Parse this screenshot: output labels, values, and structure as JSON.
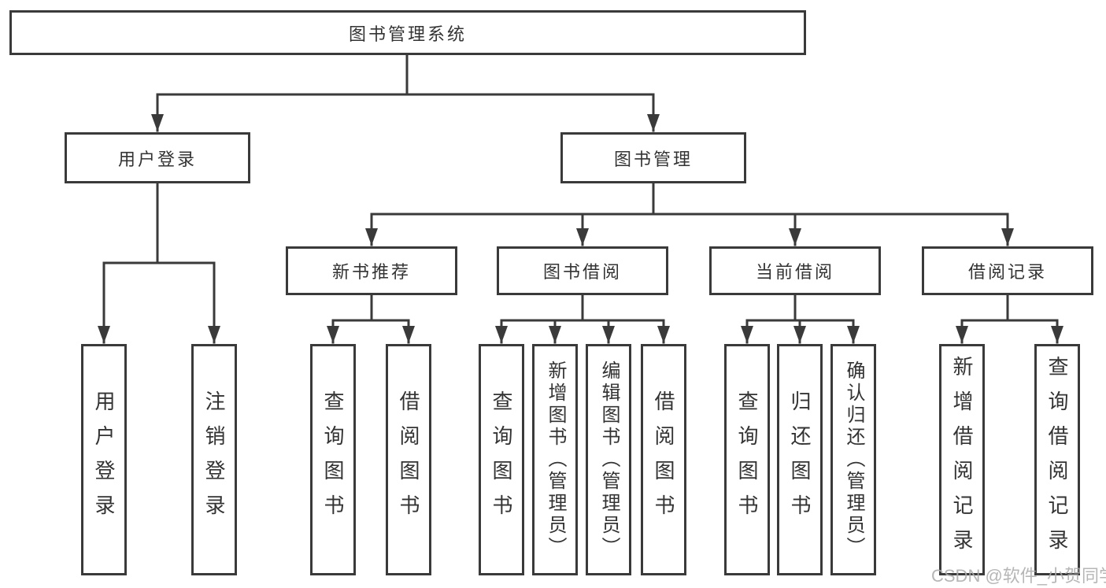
{
  "tree": {
    "root": "图书管理系统",
    "children": [
      {
        "label": "用户登录",
        "children": [
          "用户登录",
          "注销登录"
        ]
      },
      {
        "label": "图书管理",
        "children": [
          {
            "label": "新书推荐",
            "children": [
              "查询图书",
              "借阅图书"
            ]
          },
          {
            "label": "图书借阅",
            "children": [
              "查询图书",
              "新增图书（管理员）",
              "编辑图书（管理员）",
              "借阅图书"
            ]
          },
          {
            "label": "当前借阅",
            "children": [
              "查询图书",
              "归还图书",
              "确认归还（管理员）"
            ]
          },
          {
            "label": "借阅记录",
            "children": [
              "新增借阅记录",
              "查询借阅记录"
            ]
          }
        ]
      }
    ]
  },
  "watermark": "CSDN @软件_小贺同学",
  "colors": {
    "line_and_border": "#3a3a3a",
    "text": "#333333",
    "watermark": "#acacac",
    "background": "#ffffff"
  }
}
